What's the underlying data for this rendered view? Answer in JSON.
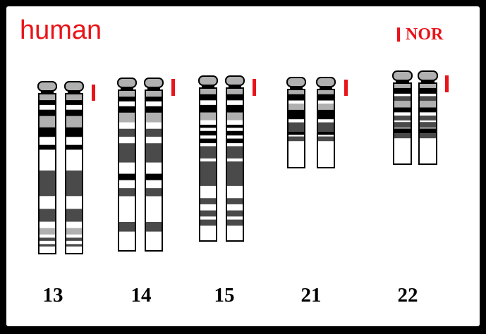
{
  "title": "human",
  "legend": {
    "label": "NOR",
    "marker_color": "#e8141a"
  },
  "colors": {
    "nor": "#e8141a",
    "dark_band": "#4a4a4a",
    "light_band": "#b0b0b0",
    "black_band": "#000000"
  },
  "chromosomes": [
    {
      "id": "13",
      "label": "13"
    },
    {
      "id": "14",
      "label": "14"
    },
    {
      "id": "15",
      "label": "15"
    },
    {
      "id": "21",
      "label": "21"
    },
    {
      "id": "22",
      "label": "22"
    }
  ]
}
